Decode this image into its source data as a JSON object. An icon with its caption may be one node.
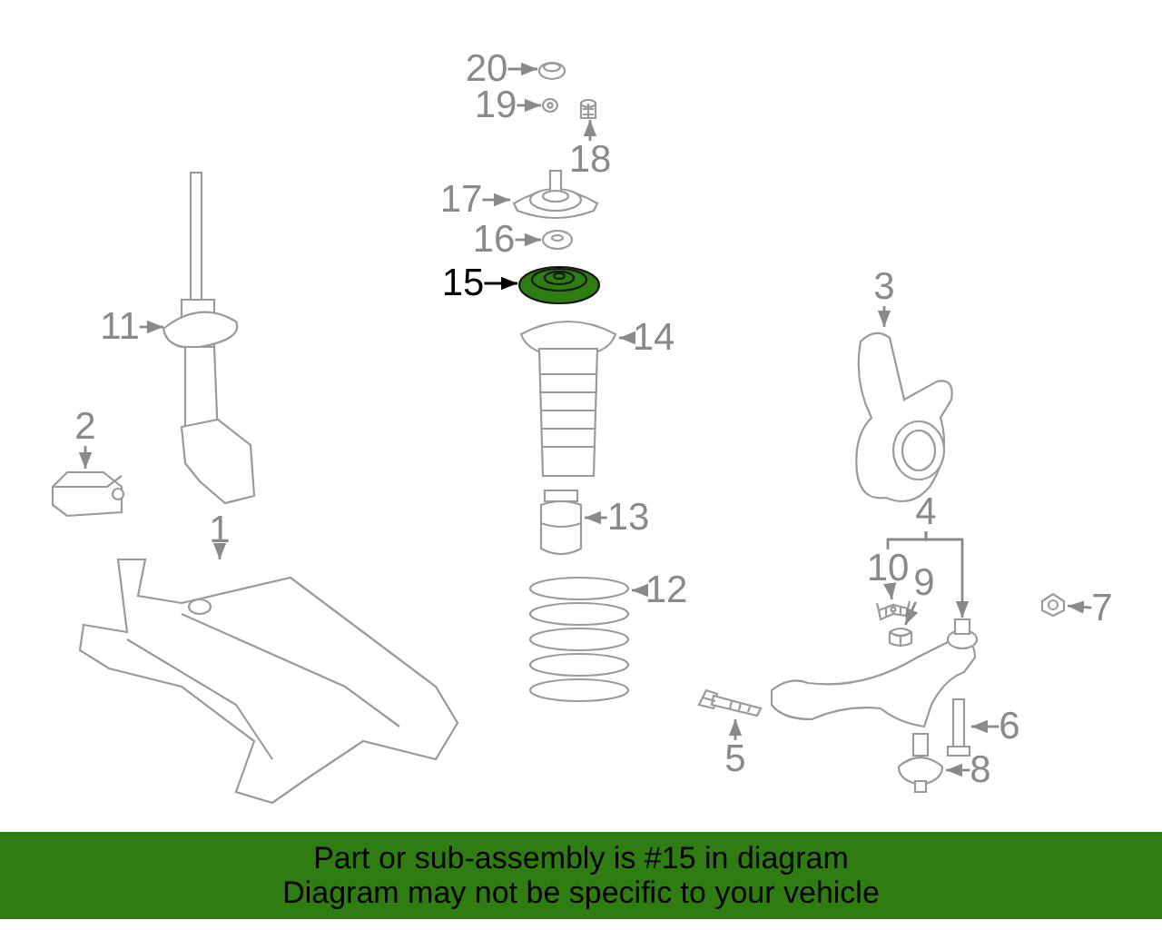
{
  "diagram": {
    "nodes": [
      {
        "text": [
          "20"
        ]
      },
      {
        "text": [],
        "shape": "picture"
      },
      {
        "text": [
          "19"
        ]
      },
      {
        "text": [],
        "shape": "picture"
      },
      {
        "text": [
          "18"
        ]
      },
      {
        "text": [],
        "shape": "picture"
      },
      {
        "text": [
          "17"
        ]
      },
      {
        "text": [],
        "shape": "picture"
      },
      {
        "text": [
          "16"
        ]
      },
      {
        "text": [],
        "shape": "picture"
      },
      {
        "text": [
          "15"
        ]
      },
      {
        "text": [],
        "shape": "picture"
      },
      {
        "text": [
          "3"
        ]
      },
      {
        "text": [],
        "shape": "picture"
      },
      {
        "text": [
          "11"
        ]
      },
      {
        "text": [],
        "shape": "picture"
      },
      {
        "text": [
          "14"
        ]
      },
      {
        "text": [],
        "shape": "picture"
      },
      {
        "text": [
          "2"
        ]
      },
      {
        "text": [],
        "shape": "picture"
      },
      {
        "text": [
          "4"
        ]
      },
      {
        "text": [],
        "shape": "picture"
      },
      {
        "text": [
          "13"
        ]
      },
      {
        "text": [],
        "shape": "picture"
      },
      {
        "text": [
          "1"
        ]
      },
      {
        "text": [],
        "shape": "picture"
      },
      {
        "text": [
          "10"
        ]
      },
      {
        "text": [],
        "shape": "picture"
      },
      {
        "text": [
          "9"
        ]
      },
      {
        "text": [],
        "shape": "picture"
      },
      {
        "text": [
          "12"
        ]
      },
      {
        "text": [],
        "shape": "picture"
      },
      {
        "text": [
          "7"
        ]
      },
      {
        "text": [],
        "shape": "picture"
      },
      {
        "text": [
          "6"
        ]
      },
      {
        "text": [],
        "shape": "picture"
      },
      {
        "text": [
          "5"
        ]
      },
      {
        "text": [],
        "shape": "picture"
      },
      {
        "text": [
          "8"
        ]
      },
      {
        "text": [],
        "shape": "picture"
      },
      {
        "text": [
          "Part or sub-assembly is #15 in diagram",
          "Diagram may not be specific to your vehicle"
        ]
      }
    ],
    "edges": [
      {
        "from": 0,
        "to": 1,
        "arrow": "to"
      },
      {
        "from": 2,
        "to": 3,
        "arrow": "to"
      },
      {
        "from": 4,
        "to": 5,
        "arrow": "to"
      },
      {
        "from": 6,
        "to": 7,
        "arrow": "to"
      },
      {
        "from": 8,
        "to": 9,
        "arrow": "to"
      },
      {
        "from": 10,
        "to": 11,
        "arrow": "to",
        "color": "#000000"
      },
      {
        "from": 12,
        "to": 13,
        "arrow": "to"
      },
      {
        "from": 14,
        "to": 15,
        "arrow": "to"
      },
      {
        "from": 16,
        "to": 17,
        "arrow": "to"
      },
      {
        "from": 18,
        "to": 19,
        "arrow": "to"
      },
      {
        "from": 20,
        "to": 21,
        "arrow": "to"
      },
      {
        "from": 22,
        "to": 23,
        "arrow": "to"
      },
      {
        "from": 24,
        "to": 25,
        "arrow": "to"
      },
      {
        "from": 26,
        "to": 27,
        "arrow": "to"
      },
      {
        "from": 28,
        "to": 29,
        "arrow": "to"
      },
      {
        "from": 30,
        "to": 31,
        "arrow": "to"
      },
      {
        "from": 32,
        "to": 33,
        "arrow": "to"
      },
      {
        "from": 34,
        "to": 35,
        "arrow": "to"
      },
      {
        "from": 36,
        "to": 37,
        "arrow": "to"
      },
      {
        "from": 38,
        "to": 39,
        "arrow": "to"
      },
      {
        "from": 20,
        "to": 26,
        "arrow": "none"
      }
    ]
  }
}
